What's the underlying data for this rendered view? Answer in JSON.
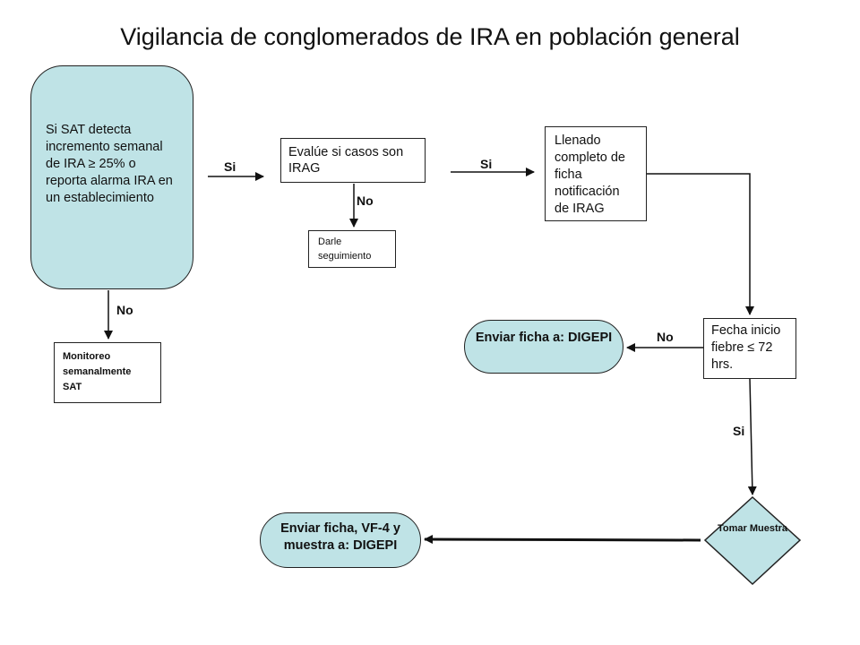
{
  "title": "Vigilancia de conglomerados de IRA en población general",
  "nodes": {
    "start": "Si SAT detecta incremento semanal de IRA ≥ 25% o reporta alarma IRA en un establecimiento",
    "evalue": "Evalúe si casos son IRAG",
    "llenado": "Llenado completo de ficha notificación de IRAG",
    "darle": "Darle seguimiento",
    "monitoreo_line1": "Monitoreo",
    "monitoreo_line2": "semanalmente SAT",
    "fecha": "Fecha inicio fiebre ≤ 72 hrs.",
    "enviar1": "Enviar ficha a: DIGEPI",
    "enviar2": "Enviar ficha, VF-4 y muestra a: DIGEPI",
    "tomar": "Tomar Muestra"
  },
  "edge_labels": {
    "si_1": "Si",
    "si_2": "Si",
    "no_evalue": "No",
    "no_start": "No",
    "no_fecha": "No",
    "si_fecha": "Si"
  },
  "colors": {
    "fill": "#bfe3e6",
    "stroke": "#222222"
  }
}
